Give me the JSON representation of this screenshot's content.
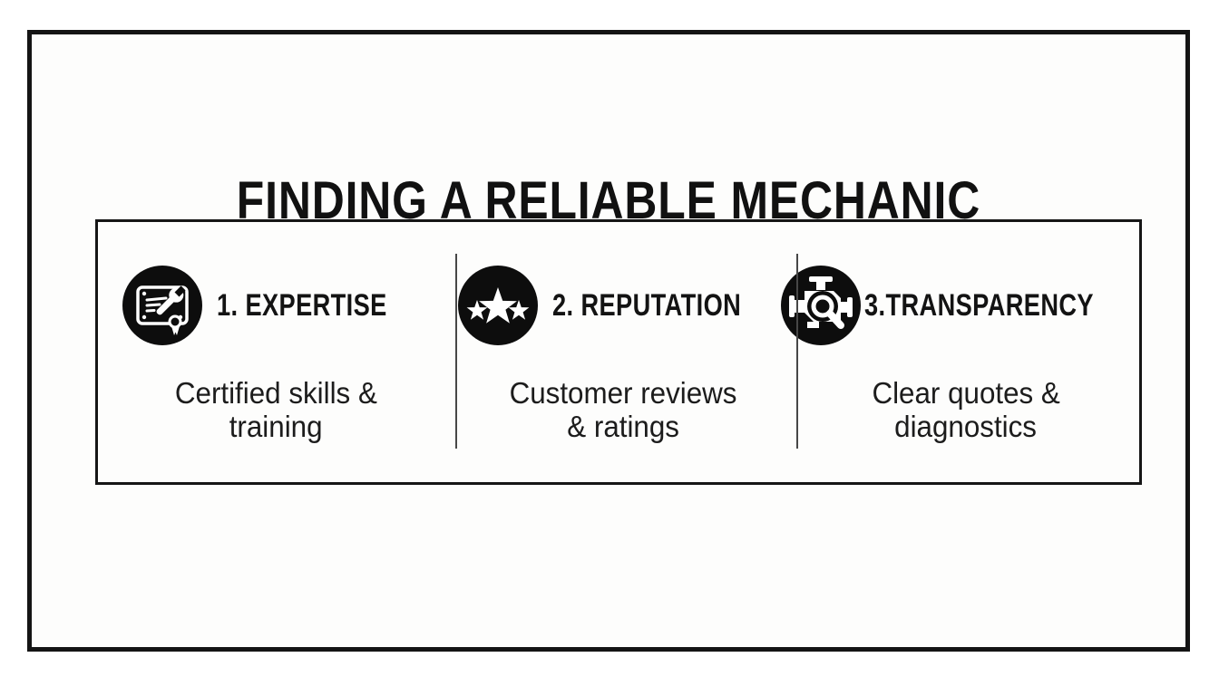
{
  "title": "FINDING A RELIABLE MECHANIC",
  "colors": {
    "page_background": "#ffffff",
    "panel_background": "#fdfdfc",
    "frame_border": "#141414",
    "box_border": "#161616",
    "divider": "#474747",
    "icon_background": "#0d0d0d",
    "icon_glyph": "#ffffff",
    "text": "#151515"
  },
  "steps": [
    {
      "icon": "certificate-wrench-icon",
      "number_label": "1. EXPERTISE",
      "description": [
        "Certified skills &",
        "training"
      ]
    },
    {
      "icon": "three-stars-icon",
      "number_label": "2. REPUTATION",
      "description": [
        "Customer reviews",
        "& ratings"
      ]
    },
    {
      "icon": "engine-magnifier-icon",
      "number_label": "3.TRANSPARENCY",
      "description": [
        "Clear quotes &",
        "diagnostics"
      ]
    }
  ]
}
